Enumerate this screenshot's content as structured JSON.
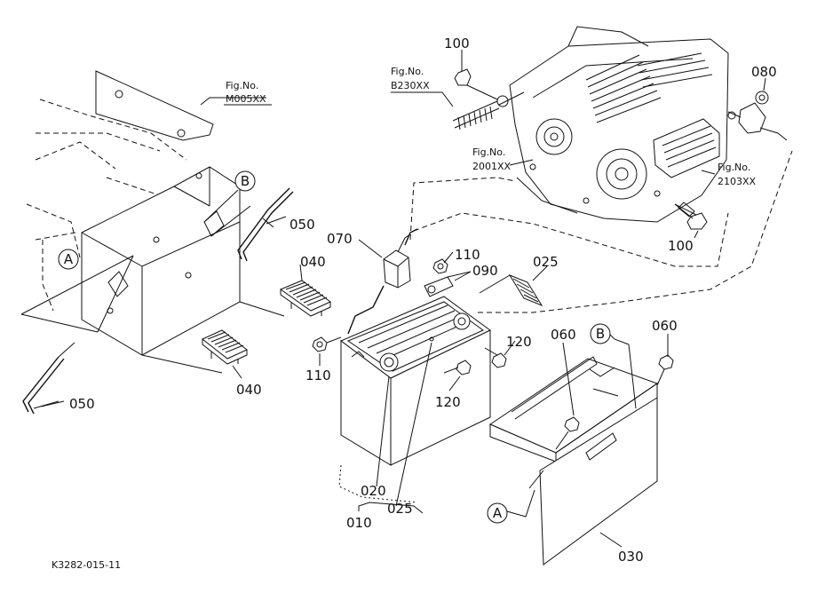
{
  "part_labels": {
    "p100a": "100",
    "p100b": "100",
    "p080": "080",
    "p050a": "050",
    "p050b": "050",
    "p070": "070",
    "p110a": "110",
    "p110b": "110",
    "p090": "090",
    "p025a": "025",
    "p025b": "025",
    "p040a": "040",
    "p040b": "040",
    "p120a": "120",
    "p120b": "120",
    "p060a": "060",
    "p060b": "060",
    "p020": "020",
    "p010": "010",
    "p030": "030"
  },
  "fig_refs": {
    "m005_title": "Fig.No.",
    "m005_code": "M005XX",
    "b230_title": "Fig.No.",
    "b230_code": "B230XX",
    "f2001_title": "Fig.No.",
    "f2001_code": "2001XX",
    "f2103_title": "Fig.No.",
    "f2103_code": "2103XX"
  },
  "callouts": {
    "a_left": "A",
    "a_bottom": "A",
    "b_left": "B",
    "b_right": "B"
  },
  "drawing_code": "K3282-015-11"
}
